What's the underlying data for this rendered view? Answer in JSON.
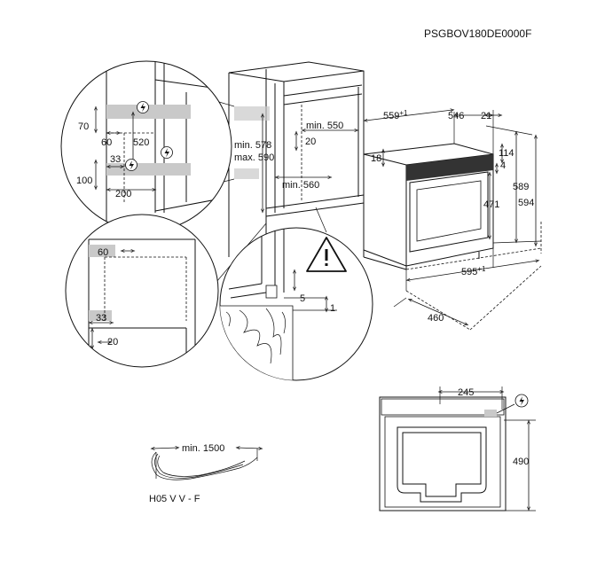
{
  "code": "PSGBOV180DE0000F",
  "detail_top": {
    "d70": "70",
    "d60": "60",
    "d520": "520",
    "d33": "33",
    "d100": "100",
    "d200": "200"
  },
  "cabinet": {
    "min550": "min. 550",
    "d20": "20",
    "min578": "min. 578",
    "max590": "max. 590",
    "min560": "min. 560"
  },
  "detail_left": {
    "d60": "60",
    "d33": "33",
    "d20": "20"
  },
  "detail_bottom": {
    "d5": "5",
    "d1": "1"
  },
  "oven": {
    "d559": "559",
    "d559_sup": "+1",
    "d546": "546",
    "d21": "21",
    "d18": "18",
    "d114": "114",
    "d4": "4",
    "d589": "589",
    "d594": "594",
    "d471": "471",
    "d595": "595",
    "d595_sup": "+1",
    "d460": "460"
  },
  "cable": {
    "min1500": "min. 1500",
    "type": "H05 V V - F"
  },
  "back": {
    "d245": "245",
    "d490": "490"
  },
  "icons": {
    "power": "lightning-icon",
    "warning": "warning-triangle-icon"
  }
}
